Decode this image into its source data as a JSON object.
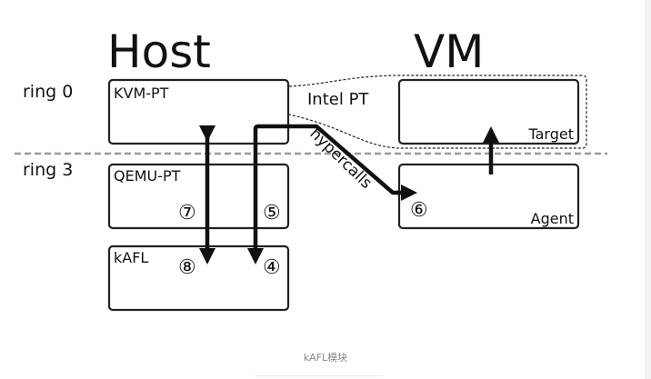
{
  "diagram": {
    "columns": {
      "host": "Host",
      "vm": "VM"
    },
    "rings": {
      "ring0": "ring 0",
      "ring3": "ring 3"
    },
    "boxes": {
      "kvm_pt": "KVM-PT",
      "qemu_pt": "QEMU-PT",
      "kafl": "kAFL",
      "target": "Target",
      "agent": "Agent"
    },
    "labels": {
      "intel_pt": "Intel PT",
      "hypercalls": "hypercalls"
    },
    "steps": {
      "s4": "④",
      "s5": "⑤",
      "s6": "⑥",
      "s7": "⑦",
      "s8": "⑧"
    }
  },
  "caption": "kAFL模块"
}
